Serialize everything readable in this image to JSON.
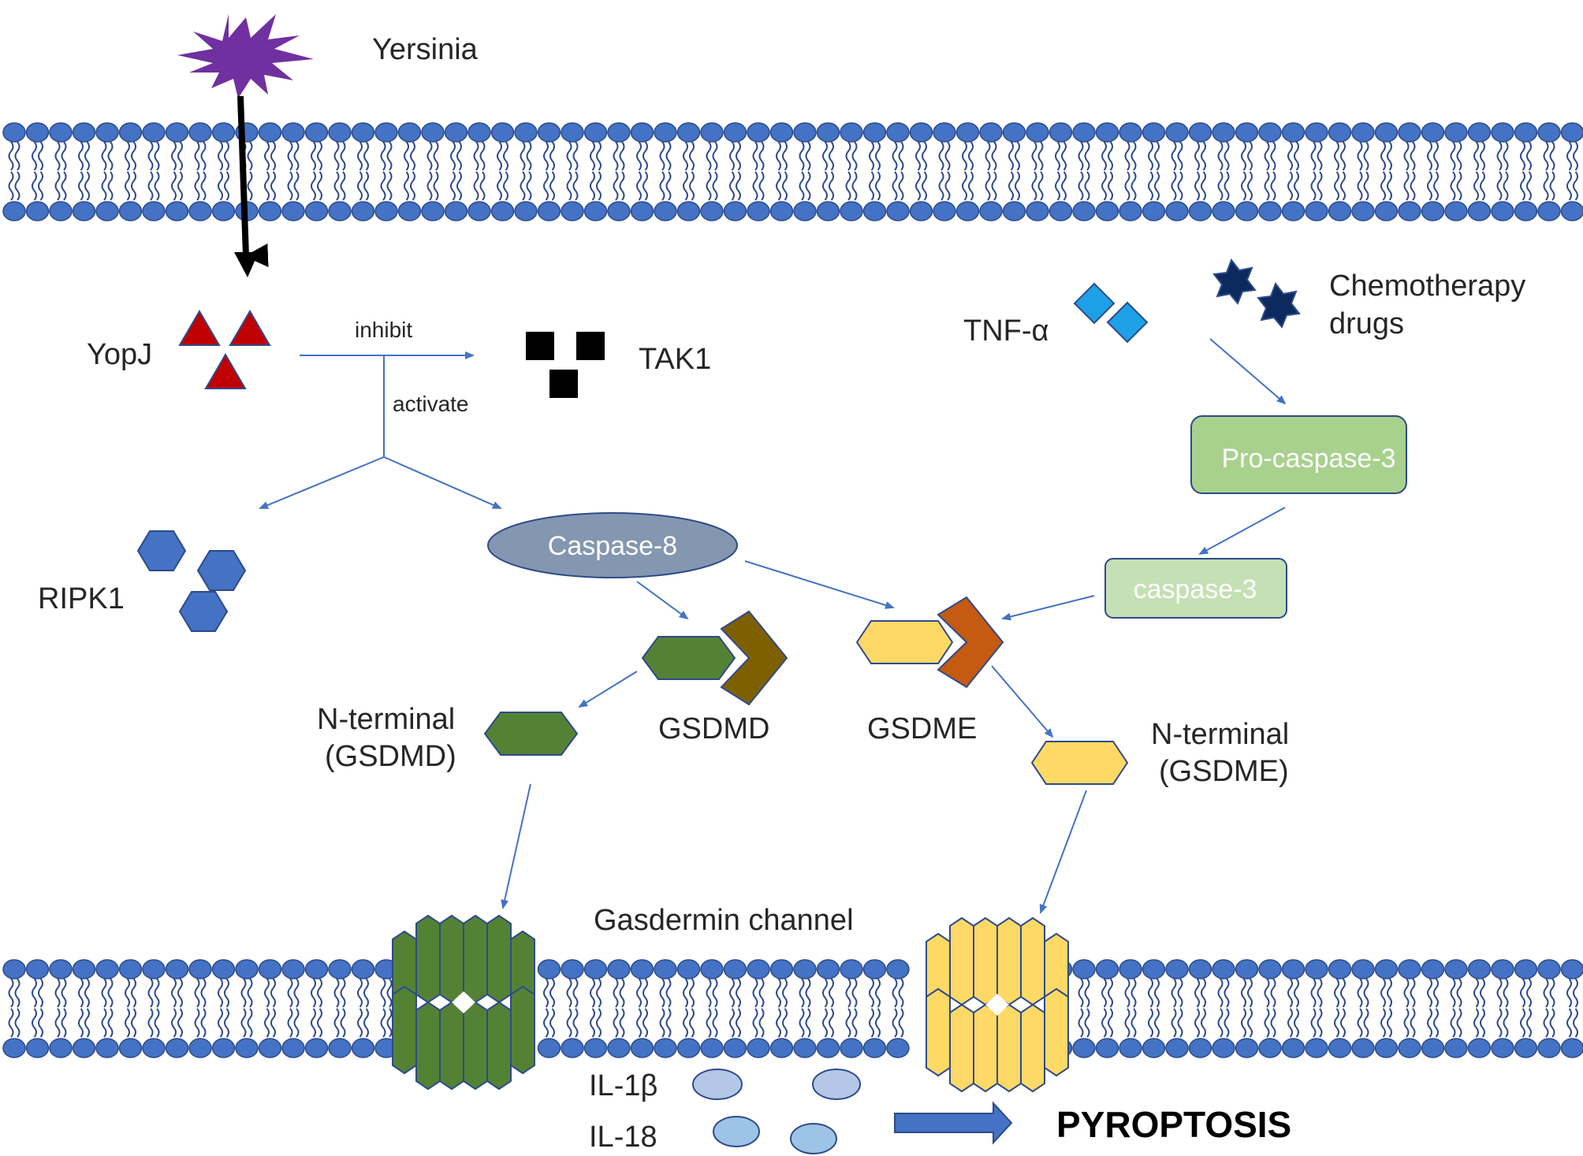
{
  "labels": {
    "yersinia": "Yersinia",
    "yopj": "YopJ",
    "inhibit": "inhibit",
    "activate": "activate",
    "tak1": "TAK1",
    "tnf": "TNF-α",
    "chemo_line1": "Chemotherapy",
    "chemo_line2": "drugs",
    "pro_caspase3": "Pro-caspase-3",
    "caspase3": "caspase-3",
    "ripk1": "RIPK1",
    "caspase8": "Caspase-8",
    "gsdmd": "GSDMD",
    "gsdme": "GSDME",
    "nterm_gsdmd_line1": "N-terminal",
    "nterm_gsdmd_line2": "(GSDMD)",
    "nterm_gsdme_line1": "N-terminal",
    "nterm_gsdme_line2": "(GSDME)",
    "gasdermin_channel": "Gasdermin channel",
    "il1b": "IL-1β",
    "il18": "IL-18",
    "pyroptosis": "PYROPTOSIS"
  },
  "colors": {
    "membrane_head": "#4472c4",
    "arrow": "#4472c4",
    "yersinia": "#7030a0",
    "yopj": "#c00000",
    "tak1": "#000000",
    "tnf": "#1ea0e6",
    "chemo": "#0c2a5e",
    "ripk1": "#4472c4",
    "caspase8": "#8497b0",
    "pro_caspase3": "#a9d18e",
    "caspase3": "#c5e0b4",
    "gsdmd_n": "#548235",
    "gsdmd_c": "#7f6000",
    "gsdme_n": "#ffd966",
    "gsdme_c": "#c55a11",
    "il": "#9dc3e6"
  }
}
